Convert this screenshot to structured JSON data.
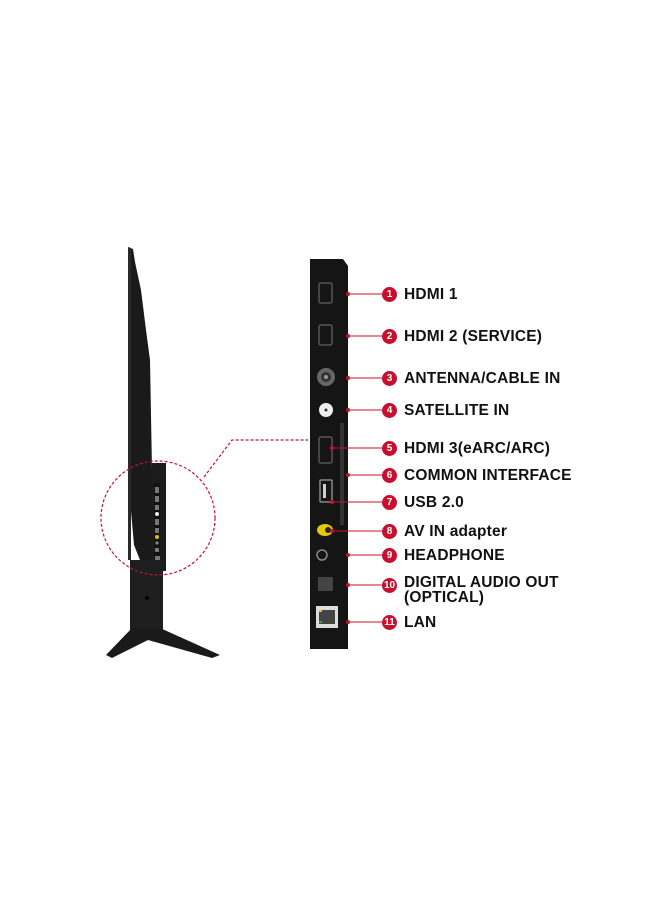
{
  "image": {
    "subject": "TV side profile with rear connection ports panel",
    "accent_color": "#c8102e",
    "panel_color": "#151515"
  },
  "ports": [
    {
      "number": "1",
      "label": "HDMI 1",
      "icon": "hdmi-port-icon"
    },
    {
      "number": "2",
      "label": "HDMI 2 (SERVICE)",
      "icon": "hdmi-port-icon"
    },
    {
      "number": "3",
      "label": "ANTENNA/CABLE IN",
      "icon": "coax-port-icon"
    },
    {
      "number": "4",
      "label": "SATELLITE IN",
      "icon": "satellite-port-icon"
    },
    {
      "number": "5",
      "label": "HDMI 3(eARC/ARC)",
      "icon": "hdmi-port-icon"
    },
    {
      "number": "6",
      "label": "COMMON INTERFACE",
      "icon": "ci-slot-icon"
    },
    {
      "number": "7",
      "label": "USB 2.0",
      "icon": "usb-port-icon"
    },
    {
      "number": "8",
      "label": "AV IN adapter",
      "icon": "av-port-icon"
    },
    {
      "number": "9",
      "label": "HEADPHONE",
      "icon": "headphone-jack-icon"
    },
    {
      "number": "10",
      "label": "DIGITAL AUDIO OUT",
      "label_line2": "(OPTICAL)",
      "icon": "optical-port-icon"
    },
    {
      "number": "11",
      "label": "LAN",
      "icon": "lan-port-icon"
    }
  ]
}
